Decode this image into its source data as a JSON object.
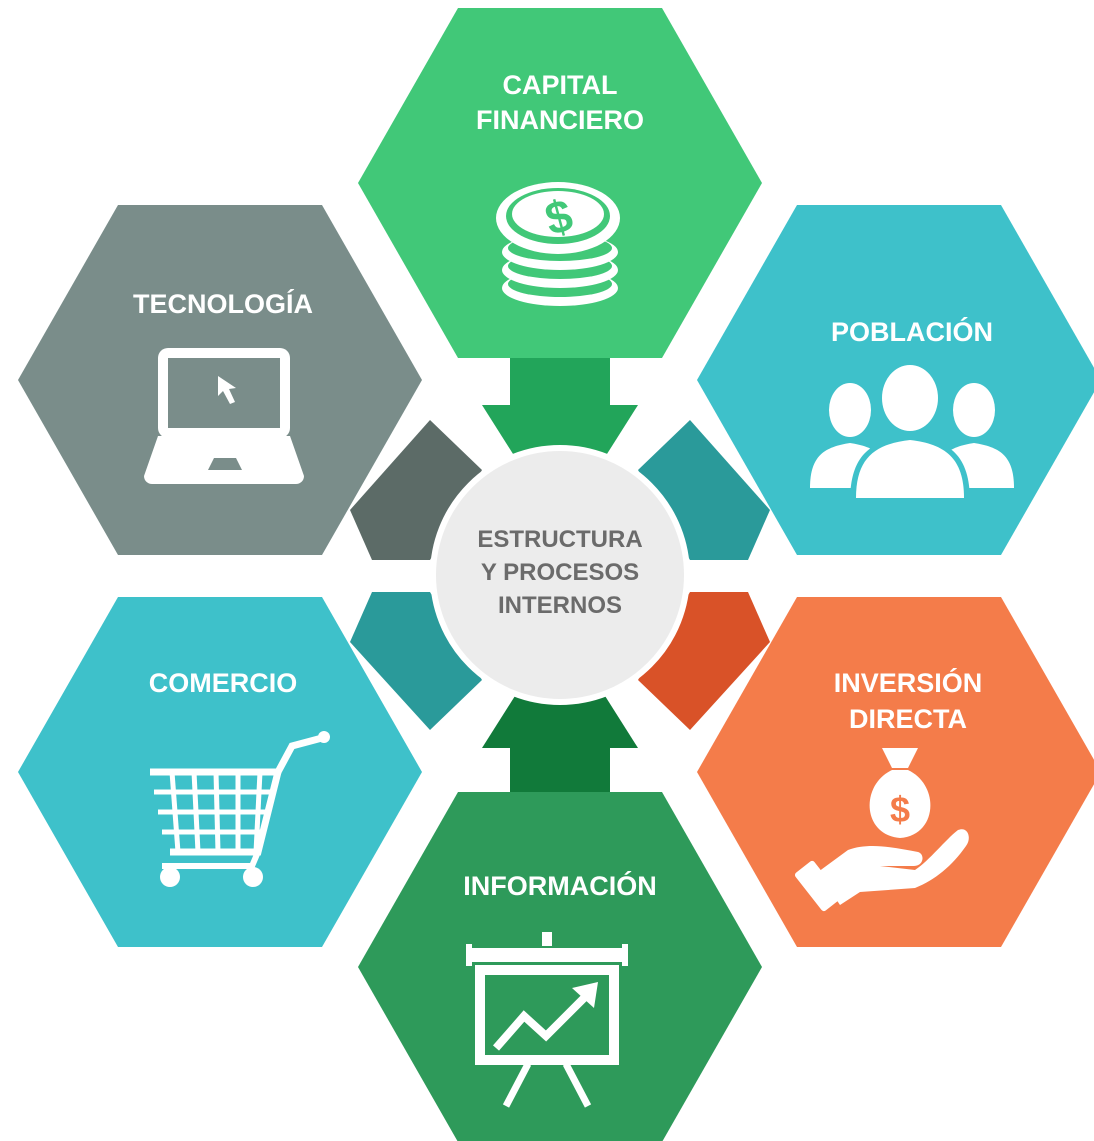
{
  "center": {
    "lines": [
      "ESTRUCTURA",
      "Y PROCESOS",
      "INTERNOS"
    ]
  },
  "segments": [
    {
      "id": "capital",
      "lines": [
        "CAPITAL",
        "FINANCIERO"
      ],
      "icon": "coin-stack-icon",
      "hex_color": "#41c878",
      "tab_color": "#22a55a"
    },
    {
      "id": "poblacion",
      "lines": [
        "POBLACIÓN"
      ],
      "icon": "people-group-icon",
      "hex_color": "#3ec1ca",
      "tab_color": "#2a9a9a"
    },
    {
      "id": "inversion",
      "lines": [
        "INVERSIÓN",
        "DIRECTA"
      ],
      "icon": "money-bag-hand-icon",
      "hex_color": "#f47c4a",
      "tab_color": "#d95228"
    },
    {
      "id": "informacion",
      "lines": [
        "INFORMACIÓN"
      ],
      "icon": "chart-board-icon",
      "hex_color": "#2e9a5a",
      "tab_color": "#117a3a"
    },
    {
      "id": "comercio",
      "lines": [
        "COMERCIO"
      ],
      "icon": "shopping-cart-icon",
      "hex_color": "#3ec1ca",
      "tab_color": "#2a9a9a"
    },
    {
      "id": "tecnologia",
      "lines": [
        "TECNOLOGÍA"
      ],
      "icon": "laptop-icon",
      "hex_color": "#7a8d8a",
      "tab_color": "#5c6b67"
    }
  ]
}
